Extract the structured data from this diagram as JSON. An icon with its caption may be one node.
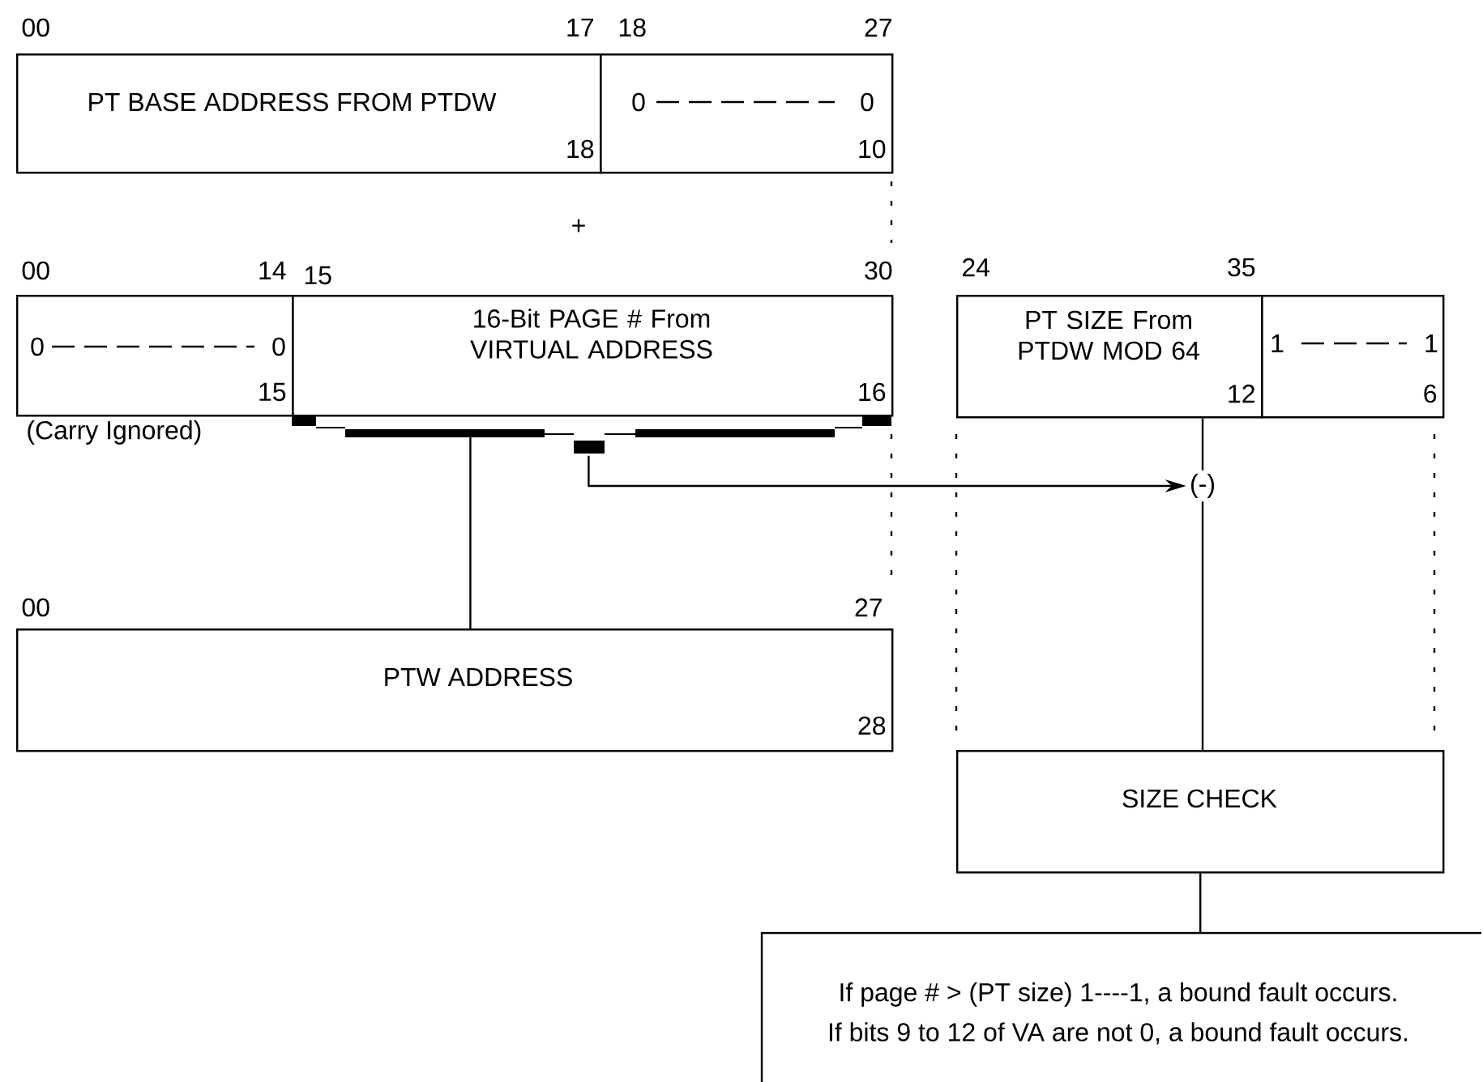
{
  "diagram": {
    "nodes": [
      {
        "text": [
          "PT BASE ADDRESS FROM PTDW",
          "18"
        ],
        "beside": [
          "00",
          "17"
        ]
      },
      {
        "text": [
          "0",
          "0",
          "10"
        ],
        "beside": [
          "18",
          "27"
        ]
      },
      {
        "text": [
          "0",
          "0",
          "15"
        ],
        "beside": [
          "00",
          "14",
          "(Carry Ignored)"
        ]
      },
      {
        "text": [
          "16-Bit PAGE # From VIRTUAL ADDRESS",
          "16"
        ],
        "beside": [
          "15",
          "30"
        ]
      },
      {
        "text": [],
        "shape": "bar"
      },
      {
        "text": [
          "PT SIZE From PTDW MOD 64",
          "12"
        ],
        "beside": [
          "24",
          "35"
        ]
      },
      {
        "text": [
          "1",
          "1",
          "6"
        ]
      },
      {
        "text": [
          "(-)"
        ]
      },
      {
        "text": [
          "PTW ADDRESS",
          "28"
        ],
        "beside": [
          "00",
          "27"
        ]
      },
      {
        "text": [
          "SIZE CHECK"
        ]
      },
      {
        "text": [
          "If page # > (PT size) 1----1, a bound fault occurs.",
          "If bits 9 to 12 of VA are not 0, a bound fault occurs."
        ]
      }
    ],
    "edges": [
      {
        "from": 4,
        "to": 8,
        "arrow": "none"
      },
      {
        "from": 4,
        "to": 7,
        "arrow": "to"
      },
      {
        "from": 5,
        "to": 7,
        "arrow": "none"
      },
      {
        "from": 7,
        "to": 9,
        "arrow": "none"
      },
      {
        "from": 9,
        "to": 10,
        "arrow": "none"
      }
    ],
    "labels": [
      "+"
    ]
  }
}
